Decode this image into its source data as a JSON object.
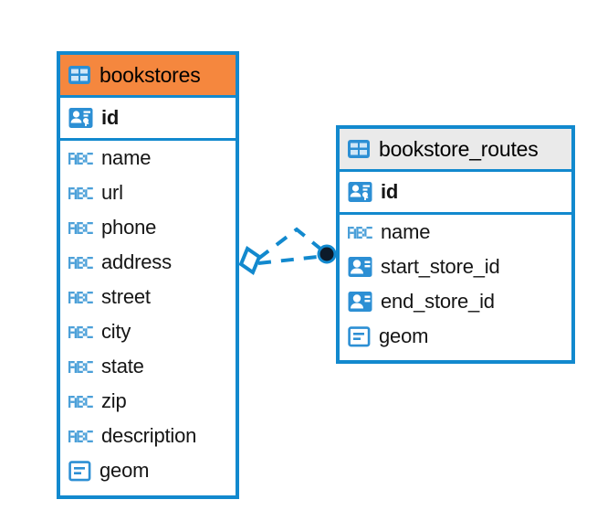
{
  "diagram": {
    "type": "entity-relationship-diagram",
    "background": "#ffffff",
    "colors": {
      "border": "#1289CE",
      "icon_blue": "#2C8FD4",
      "header_orange": "#F5873E",
      "header_gray": "#EAEAEA",
      "connector": "#1289CE",
      "endpoint_dark": "#0D1B2A",
      "text": "#151515"
    },
    "entities": [
      {
        "name": "bookstores",
        "header_icon": "table-icon",
        "header_style": "accent-orange",
        "primary_key": {
          "name": "id",
          "icon": "primary-key-icon"
        },
        "fields": [
          {
            "name": "name",
            "icon": "text-abc-icon"
          },
          {
            "name": "url",
            "icon": "text-abc-icon"
          },
          {
            "name": "phone",
            "icon": "text-abc-icon"
          },
          {
            "name": "address",
            "icon": "text-abc-icon"
          },
          {
            "name": "street",
            "icon": "text-abc-icon"
          },
          {
            "name": "city",
            "icon": "text-abc-icon"
          },
          {
            "name": "state",
            "icon": "text-abc-icon"
          },
          {
            "name": "zip",
            "icon": "text-abc-icon"
          },
          {
            "name": "description",
            "icon": "text-abc-icon"
          },
          {
            "name": "geom",
            "icon": "geometry-icon"
          }
        ]
      },
      {
        "name": "bookstore_routes",
        "header_icon": "table-icon",
        "header_style": "accent-gray",
        "primary_key": {
          "name": "id",
          "icon": "primary-key-icon"
        },
        "fields": [
          {
            "name": "name",
            "icon": "text-abc-icon"
          },
          {
            "name": "start_store_id",
            "icon": "foreign-key-icon"
          },
          {
            "name": "end_store_id",
            "icon": "foreign-key-icon"
          },
          {
            "name": "geom",
            "icon": "geometry-icon"
          }
        ]
      }
    ],
    "relationship": {
      "style": "dashed",
      "source_endpoint": "diamond",
      "target_endpoint": "filled-circle",
      "from": "bookstores",
      "to": "bookstore_routes"
    }
  }
}
